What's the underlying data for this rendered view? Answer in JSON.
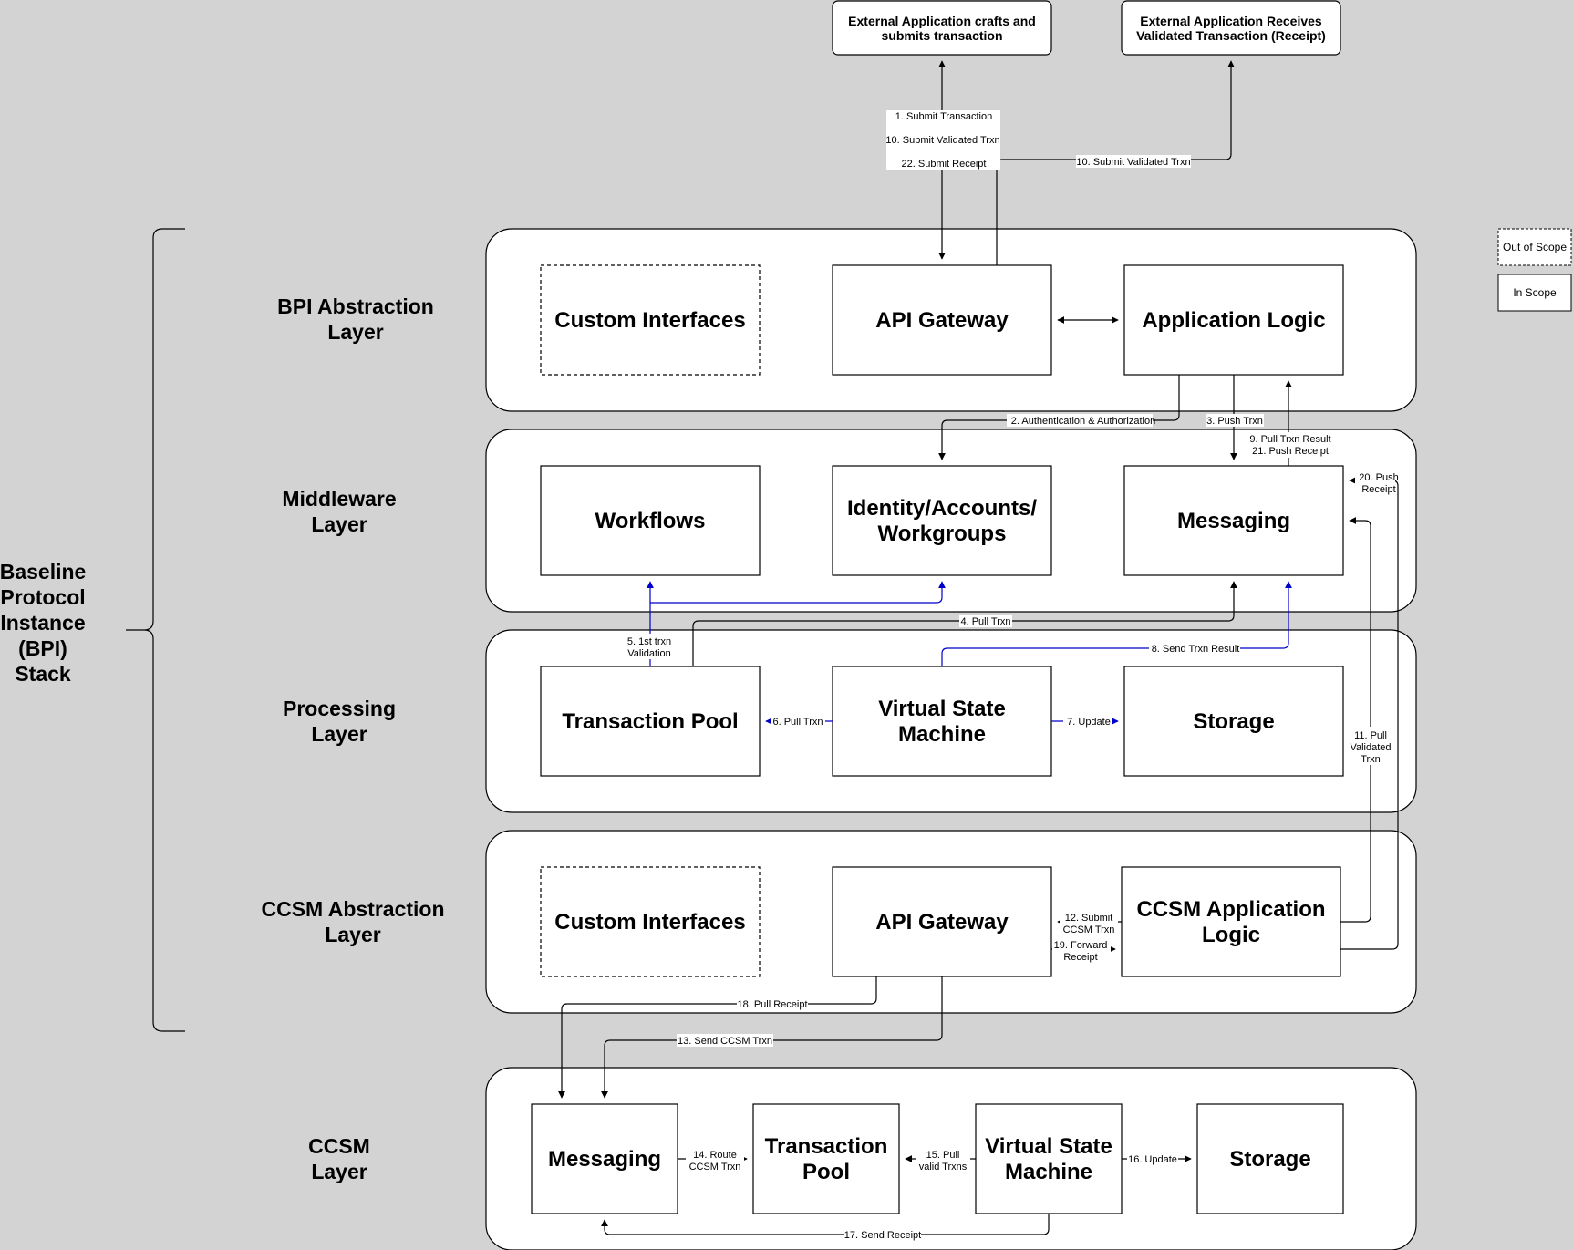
{
  "stack_label": [
    "Baseline",
    "Protocol",
    "Instance",
    "(BPI)",
    "Stack"
  ],
  "external": {
    "submit": [
      "External Application crafts and",
      "submits transaction"
    ],
    "receive": [
      "External Application Receives",
      "Validated Transaction (Receipt)"
    ]
  },
  "layers": {
    "bpi": [
      "BPI Abstraction",
      "Layer"
    ],
    "middleware": [
      "Middleware",
      "Layer"
    ],
    "processing": [
      "Processing",
      "Layer"
    ],
    "ccsm_abstraction": [
      "CCSM Abstraction",
      "Layer"
    ],
    "ccsm": [
      "CCSM",
      "Layer"
    ]
  },
  "boxes": {
    "bpi_custom": [
      "Custom Interfaces"
    ],
    "bpi_api": [
      "API Gateway"
    ],
    "bpi_app": [
      "Application Logic"
    ],
    "mw_workflows": [
      "Workflows"
    ],
    "mw_identity": [
      "Identity/Accounts/",
      "Workgroups"
    ],
    "mw_messaging": [
      "Messaging"
    ],
    "proc_pool": [
      "Transaction Pool"
    ],
    "proc_vsm": [
      "Virtual State",
      "Machine"
    ],
    "proc_storage": [
      "Storage"
    ],
    "ca_custom": [
      "Custom Interfaces"
    ],
    "ca_api": [
      "API Gateway"
    ],
    "ca_app": [
      "CCSM Application",
      "Logic"
    ],
    "ccsm_messaging": [
      "Messaging"
    ],
    "ccsm_pool": [
      "Transaction",
      "Pool"
    ],
    "ccsm_vsm": [
      "Virtual State",
      "Machine"
    ],
    "ccsm_storage": [
      "Storage"
    ]
  },
  "edge_labels": {
    "e1": [
      "1. Submit Transaction"
    ],
    "e10a": [
      "10. Submit Validated Trxn"
    ],
    "e22": [
      "22. Submit Receipt"
    ],
    "e10b": [
      "10. Submit Validated Trxn"
    ],
    "e2": [
      "2. Authentication & Authorization"
    ],
    "e3": [
      "3. Push Trxn"
    ],
    "e9": [
      "9. Pull Trxn Result",
      "21. Push Receipt"
    ],
    "e20": [
      "20. Push",
      "Receipt"
    ],
    "e4": [
      "4. Pull Trxn"
    ],
    "e5": [
      "5. 1st trxn",
      "Validation"
    ],
    "e8": [
      "8. Send Trxn Result"
    ],
    "e6": [
      "6. Pull Trxn"
    ],
    "e7": [
      "7. Update"
    ],
    "e11": [
      "11. Pull",
      "Validated",
      "Trxn"
    ],
    "e12": [
      "12. Submit",
      "CCSM Trxn"
    ],
    "e19": [
      "19. Forward",
      "Receipt"
    ],
    "e18": [
      "18. Pull Receipt"
    ],
    "e13": [
      "13. Send CCSM Trxn"
    ],
    "e14": [
      "14. Route",
      "CCSM Trxn"
    ],
    "e15": [
      "15. Pull",
      "valid Trxns"
    ],
    "e16": [
      "16. Update"
    ],
    "e17": [
      "17. Send Receipt"
    ]
  },
  "legend": {
    "out_of_scope": "Out of Scope",
    "in_scope": "In Scope"
  }
}
